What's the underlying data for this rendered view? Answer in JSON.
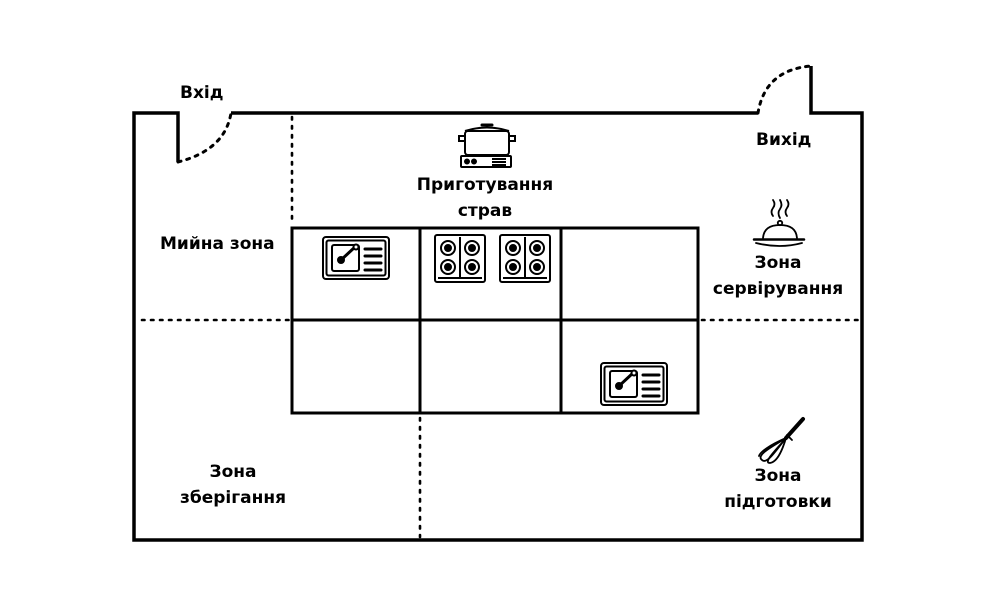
{
  "labels": {
    "entrance": "Вхід",
    "exit": "Вихід",
    "cooking": [
      "Приготування",
      "страв"
    ],
    "washing": "Мийна зона",
    "serving": [
      "Зона",
      "сервірування"
    ],
    "storage": [
      "Зона",
      "зберігання"
    ],
    "prep": [
      "Зона",
      "підготовки"
    ]
  },
  "icons": {
    "cooking": "cooking-pot-icon",
    "serving": "serving-cloche-icon",
    "prep": "whisk-icon",
    "sink": "sink-icon",
    "stove": "stove-burners-icon"
  }
}
